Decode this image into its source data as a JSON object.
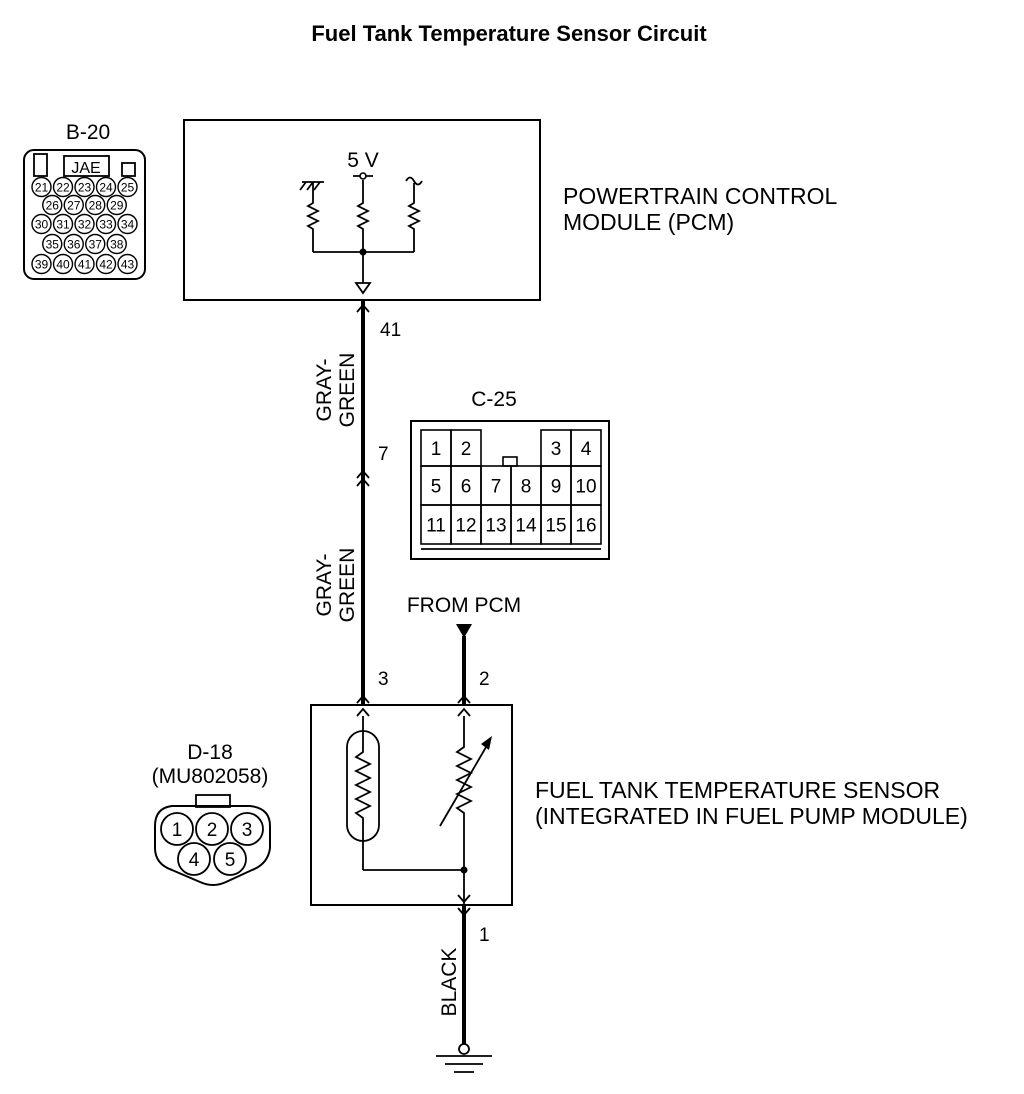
{
  "title": "Fuel Tank Temperature Sensor Circuit",
  "pcm": {
    "line1": "POWERTRAIN CONTROL",
    "line2": "MODULE (PCM)",
    "voltage": "5 V",
    "pin": "41"
  },
  "b20": {
    "id": "B-20",
    "tag": "JAE",
    "rows": [
      [
        "21",
        "22",
        "23",
        "24",
        "25"
      ],
      [
        "26",
        "27",
        "28",
        "29"
      ],
      [
        "30",
        "31",
        "32",
        "33",
        "34"
      ],
      [
        "35",
        "36",
        "37",
        "38"
      ],
      [
        "39",
        "40",
        "41",
        "42",
        "43"
      ]
    ]
  },
  "c25": {
    "id": "C-25",
    "pin": "7",
    "row1": [
      "1",
      "2",
      "3",
      "4"
    ],
    "row2": [
      "5",
      "6",
      "7",
      "8",
      "9",
      "10"
    ],
    "row3": [
      "11",
      "12",
      "13",
      "14",
      "15",
      "16"
    ]
  },
  "wires": {
    "upper_1": "GRAY-",
    "upper_2": "GREEN",
    "lower_1": "GRAY-",
    "lower_2": "GREEN",
    "ground": "BLACK"
  },
  "from_pcm": "FROM PCM",
  "sensor": {
    "pin3": "3",
    "pin2": "2",
    "pin1": "1",
    "line1": "FUEL TANK TEMPERATURE SENSOR",
    "line2": "(INTEGRATED IN FUEL PUMP MODULE)"
  },
  "d18": {
    "id": "D-18",
    "part": "(MU802058)",
    "pins_top": [
      "1",
      "2",
      "3"
    ],
    "pins_bottom": [
      "4",
      "5"
    ]
  }
}
